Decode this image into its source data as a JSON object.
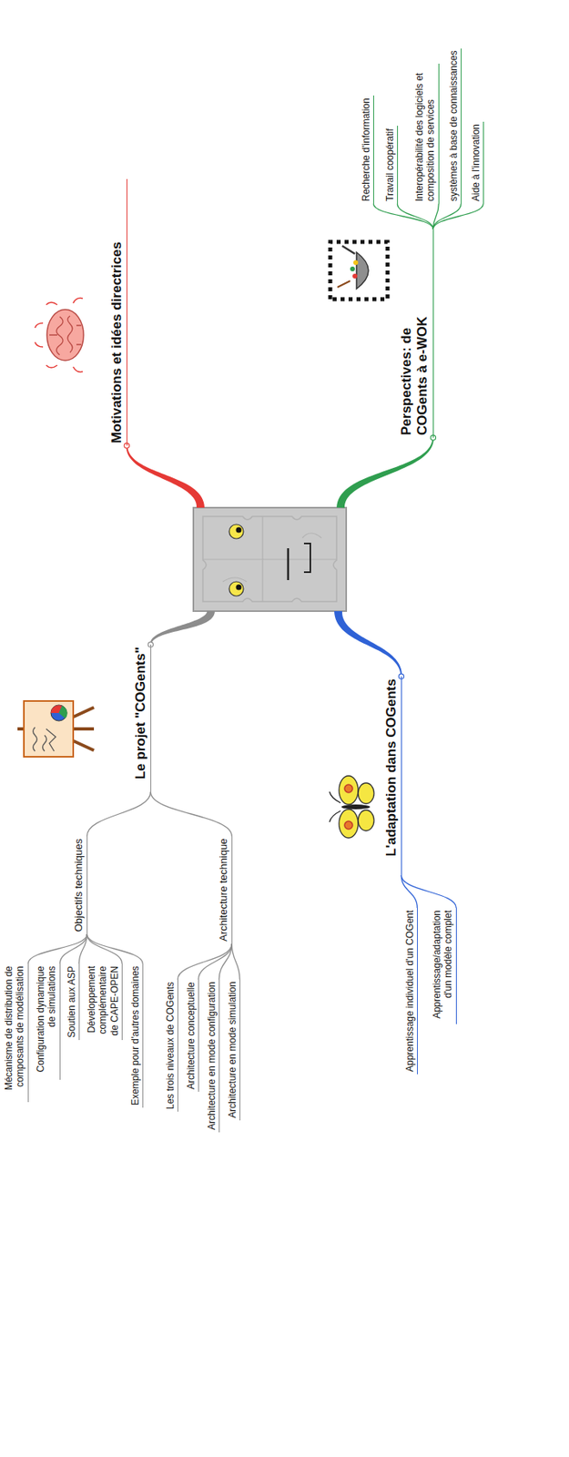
{
  "diagram": {
    "nodes": [
      {
        "text": [
          "Le projet \"COGents\""
        ]
      },
      {
        "text": [
          "Objectifs techniques"
        ]
      },
      {
        "text": [
          "Mécanisme de distribution de composants de modélisation"
        ]
      },
      {
        "text": [
          "Configuration dynamique de simulations"
        ]
      },
      {
        "text": [
          "Soutien aux ASP"
        ]
      },
      {
        "text": [
          "Développement complémentaire de CAPE-OPEN"
        ]
      },
      {
        "text": [
          "Exemple pour d'autres domaines"
        ]
      },
      {
        "text": [
          "Architecture technique"
        ]
      },
      {
        "text": [
          "Les trois niveaux de COGents"
        ]
      },
      {
        "text": [
          "Architecture conceptuelle"
        ]
      },
      {
        "text": [
          "Architecture en mode configuration"
        ]
      },
      {
        "text": [
          "Architecture en mode simulation"
        ]
      },
      {
        "text": [
          "Motivations et idées directrices"
        ]
      },
      {
        "text": [
          "L'adaptation dans COGents"
        ]
      },
      {
        "text": [
          "Apprentissage individuel d'un COGent"
        ]
      },
      {
        "text": [
          "Apprentissage/adaptation d'un modèle complet"
        ]
      },
      {
        "text": [
          "Perspectives: de COGents à e-WOK"
        ]
      },
      {
        "text": [
          "Recherche d'information"
        ]
      },
      {
        "text": [
          "Travail coopératif"
        ]
      },
      {
        "text": [
          "Interopérabilité des logiciels et composition de services"
        ]
      },
      {
        "text": [
          "systèmes à base de connaissances"
        ]
      },
      {
        "text": [
          "Aide à l'innovation"
        ]
      }
    ],
    "edges": [
      {
        "from": 0,
        "to": 1,
        "arrow": "none"
      },
      {
        "from": 0,
        "to": 7,
        "arrow": "none"
      },
      {
        "from": 1,
        "to": 2,
        "arrow": "none"
      },
      {
        "from": 1,
        "to": 3,
        "arrow": "none"
      },
      {
        "from": 1,
        "to": 4,
        "arrow": "none"
      },
      {
        "from": 1,
        "to": 5,
        "arrow": "none"
      },
      {
        "from": 1,
        "to": 6,
        "arrow": "none"
      },
      {
        "from": 7,
        "to": 8,
        "arrow": "none"
      },
      {
        "from": 7,
        "to": 9,
        "arrow": "none"
      },
      {
        "from": 7,
        "to": 10,
        "arrow": "none"
      },
      {
        "from": 7,
        "to": 11,
        "arrow": "none"
      },
      {
        "from": 13,
        "to": 14,
        "arrow": "none"
      },
      {
        "from": 13,
        "to": 15,
        "arrow": "none"
      },
      {
        "from": 16,
        "to": 17,
        "arrow": "none"
      },
      {
        "from": 16,
        "to": 18,
        "arrow": "none"
      },
      {
        "from": 16,
        "to": 19,
        "arrow": "none"
      },
      {
        "from": 16,
        "to": 20,
        "arrow": "none"
      },
      {
        "from": 16,
        "to": 21,
        "arrow": "none"
      }
    ]
  }
}
